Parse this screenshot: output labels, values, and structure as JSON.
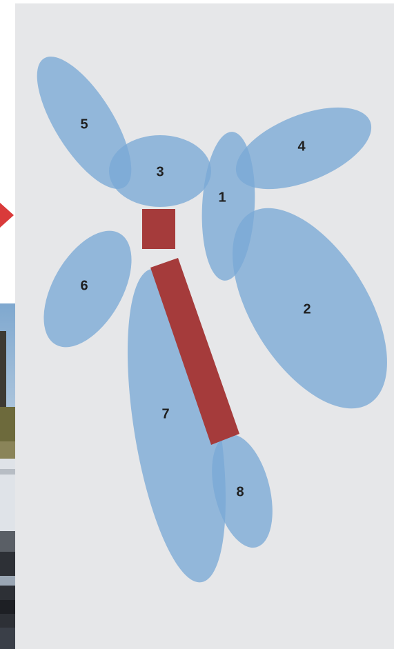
{
  "colors": {
    "panel_background": "#e6e7e9",
    "region_fill": "#7aa9d6",
    "bar_fill": "#a53b3b",
    "arrow_fill": "#d93a3a",
    "label_color": "#1f1f1f"
  },
  "regions": [
    {
      "id": "1",
      "label": "1"
    },
    {
      "id": "2",
      "label": "2"
    },
    {
      "id": "3",
      "label": "3"
    },
    {
      "id": "4",
      "label": "4"
    },
    {
      "id": "5",
      "label": "5"
    },
    {
      "id": "6",
      "label": "6"
    },
    {
      "id": "7",
      "label": "7"
    },
    {
      "id": "8",
      "label": "8"
    }
  ],
  "connectors": [
    {
      "id": "neck-block"
    },
    {
      "id": "diagonal-bar"
    }
  ],
  "background_photo": {
    "description_icon": "truck-photo-fragment"
  },
  "pointer": {
    "icon": "red-arrow-icon"
  }
}
